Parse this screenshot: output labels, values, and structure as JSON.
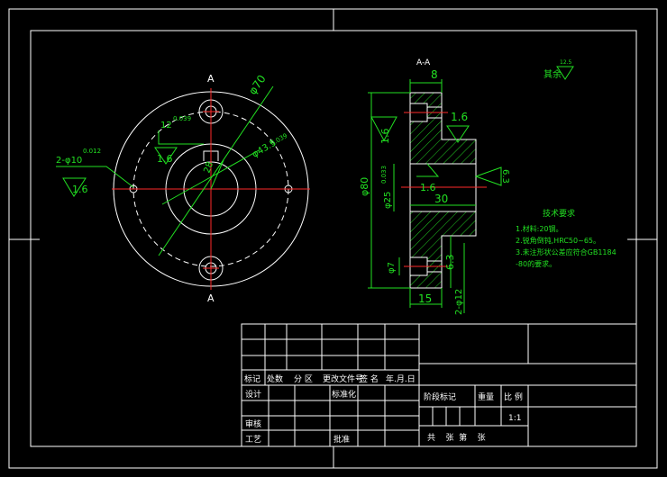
{
  "colors": {
    "background": "#000000",
    "outline": "#ffffff",
    "centerline": "#ff2a2a",
    "dimension": "#22e022",
    "hatch": "#22cc22",
    "text": "#ffffff"
  },
  "front_view": {
    "section_mark_top": "A",
    "section_mark_bottom": "A",
    "dim_outer_dia": "φ70",
    "dim_bolt_circle": "φ43.5",
    "dim_bolt_circle_tol": "0.039",
    "dim_keyway_width": "12",
    "dim_keyway_tol": "0.039",
    "dim_bore": "28",
    "dim_holes": "2-φ10",
    "dim_holes_tol": "0.012",
    "roughness_hole": "1.6",
    "roughness_keyway": "1.6"
  },
  "section_view": {
    "title": "A-A",
    "dim_flange_thk": "8",
    "dim_overall_dia": "φ80",
    "dim_bore": "φ25",
    "dim_bore_tol": "0.033",
    "dim_length": "30",
    "dim_cbore": "φ7",
    "dim_step": "6.3",
    "dim_base": "15",
    "dim_holes": "2-φ12",
    "roughness_1": "1.6",
    "roughness_2": "1.6",
    "roughness_3": "1.6",
    "roughness_right": "6.3"
  },
  "general_roughness": {
    "label": "其余",
    "value": "12.5"
  },
  "tech_requirements": {
    "title": "技术要求",
    "items": [
      "1.材料:20钢。",
      "2.锐角倒钝,HRC50~65。",
      "3.未注形状公差应符合GB1184",
      "-80的要求。"
    ]
  },
  "title_block": {
    "mark": "标记",
    "count": "处数",
    "zone": "分 区",
    "change_doc": "更改文件号",
    "signature": "签 名",
    "date": "年.月.日",
    "design": "设计",
    "standardization": "标准化",
    "stage_mark": "阶段标记",
    "weight": "重量",
    "scale": "比 例",
    "scale_value": "1:1",
    "review": "审核",
    "process": "工艺",
    "approve": "批准",
    "sheets": "共    张  第    张"
  }
}
